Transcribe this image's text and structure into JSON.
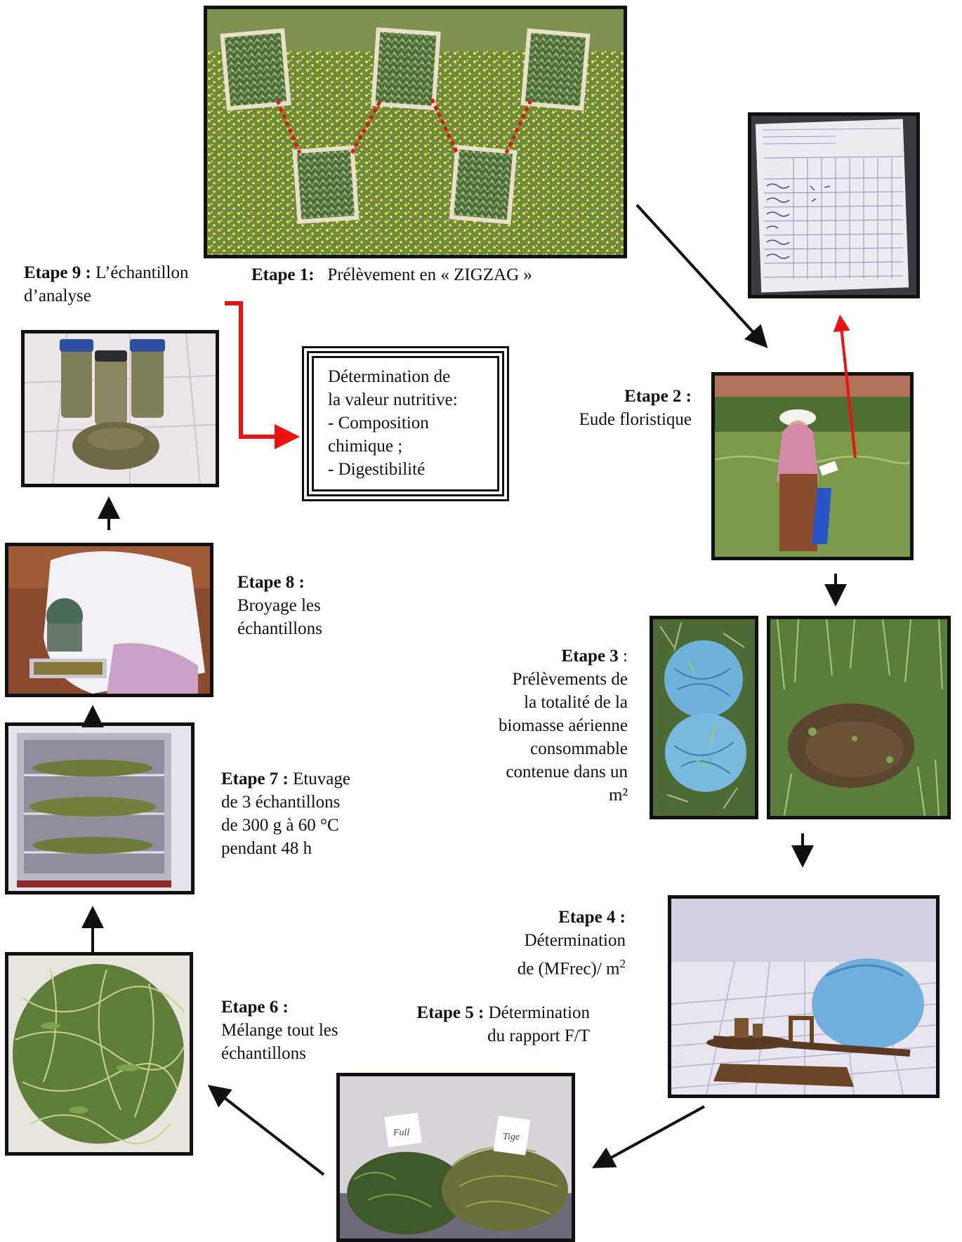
{
  "steps": [
    {
      "n": "Etape 1:",
      "text": "Prélèvement en « ZIGZAG »"
    },
    {
      "n": "Etape 2 :",
      "text": "Eude floristique"
    },
    {
      "n": "Etape 3",
      "sep": " :",
      "lines": [
        "Prélèvements de",
        "la totalité de la",
        "biomasse aérienne",
        "consommable",
        "contenue dans un",
        "m²"
      ]
    },
    {
      "n": "Etape 4 :",
      "line1": "Détermination",
      "line2": "de (MFrec)/ m",
      "sup": "2"
    },
    {
      "n": "Etape 5 :",
      "line1": "Détermination",
      "line2": "du rapport F/T"
    },
    {
      "n": "Etape 6 :",
      "lines": [
        "Mélange tout les",
        "échantillons"
      ]
    },
    {
      "n": "Etape 7 :",
      "line1": "Etuvage",
      "lines": [
        "de 3 échantillons",
        "de 300 g à 60 °C",
        "pendant 48 h"
      ]
    },
    {
      "n": "Etape 8 :",
      "lines": [
        "Broyage les",
        "échantillons"
      ]
    },
    {
      "n": "Etape 9 :",
      "line1": "L’échantillon",
      "line2": "d’analyse"
    }
  ],
  "result_box": {
    "lines": [
      "Détermination de",
      "la valeur nutritive:",
      "- Composition",
      "chimique ;",
      "- Digestibilité"
    ]
  },
  "photo_text": {
    "bag_label_left": "Full",
    "bag_label_right": "Tige"
  },
  "colors": {
    "arrow_black": "#111111",
    "arrow_red": "#ee1111",
    "zigzag_red": "#e01515"
  }
}
